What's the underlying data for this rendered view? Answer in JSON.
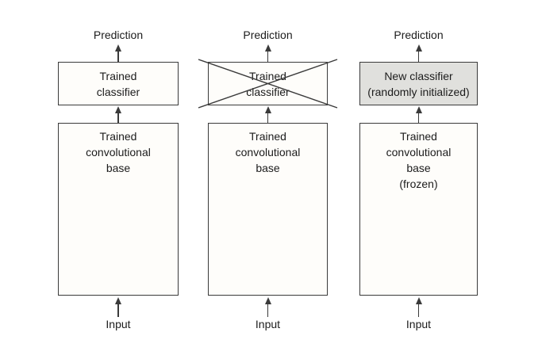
{
  "colors": {
    "line": "#3a3a3a",
    "text": "#1c1c1c",
    "box_fill": "#fefdfa",
    "highlight_fill": "#e0e0dd",
    "background": "#ffffff"
  },
  "columns": [
    {
      "prediction_label": "Prediction",
      "classifier_text": "Trained\nclassifier",
      "classifier_crossed_out": false,
      "classifier_highlighted": false,
      "base_text": "Trained\nconvolutional\nbase",
      "input_label": "Input"
    },
    {
      "prediction_label": "Prediction",
      "classifier_text": "Trained\nclassifier",
      "classifier_crossed_out": true,
      "classifier_highlighted": false,
      "base_text": "Trained\nconvolutional\nbase",
      "input_label": "Input"
    },
    {
      "prediction_label": "Prediction",
      "classifier_text": "New classifier\n(randomly initialized)",
      "classifier_crossed_out": false,
      "classifier_highlighted": true,
      "base_text": "Trained\nconvolutional\nbase\n(frozen)",
      "input_label": "Input"
    }
  ]
}
